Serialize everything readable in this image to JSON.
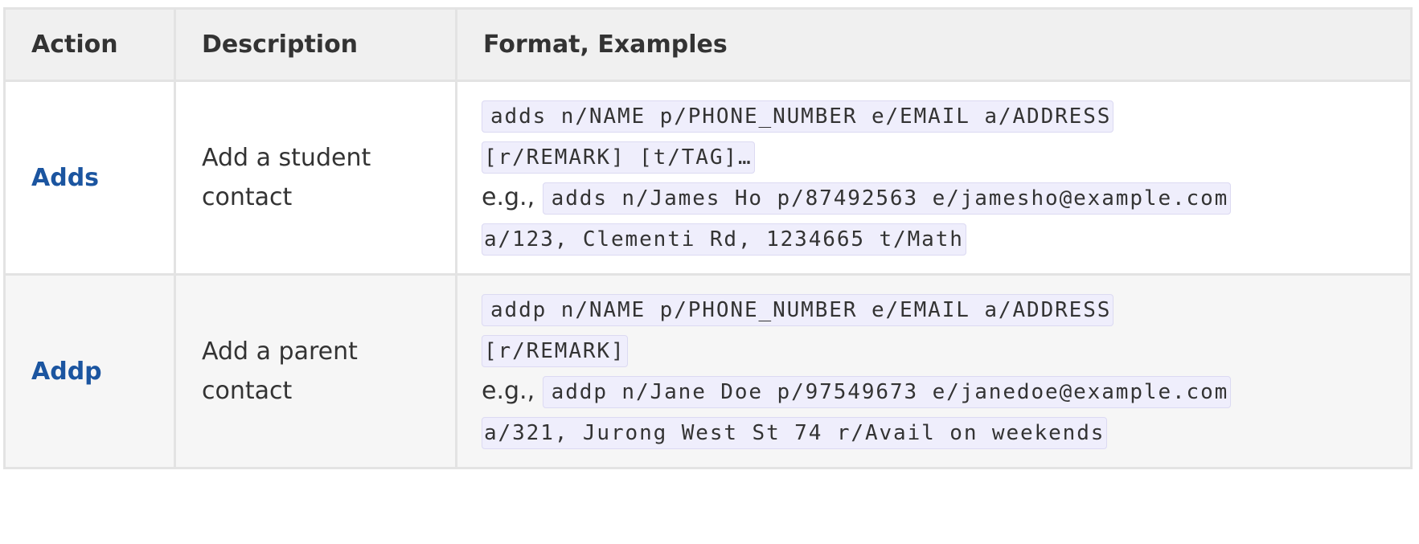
{
  "table": {
    "headers": {
      "action": "Action",
      "description": "Description",
      "format": "Format, Examples"
    },
    "rows": [
      {
        "action": "Adds",
        "description_line1": "Add a student",
        "description_line2": "contact",
        "format_line1": "adds n/NAME p/PHONE_NUMBER e/EMAIL a/ADDRESS",
        "format_line2": "[r/REMARK] [t/TAG]…",
        "example_prefix": "e.g.,",
        "example_line1": "adds n/James Ho p/87492563 e/jamesho@example.com",
        "example_line2": "a/123, Clementi Rd, 1234665 t/Math"
      },
      {
        "action": "Addp",
        "description_line1": "Add a parent",
        "description_line2": "contact",
        "format_line1": "addp n/NAME p/PHONE_NUMBER e/EMAIL a/ADDRESS",
        "format_line2": "[r/REMARK]",
        "example_prefix": "e.g.,",
        "example_line1": "addp n/Jane Doe p/97549673 e/janedoe@example.com",
        "example_line2": "a/321, Jurong West St 74 r/Avail on weekends"
      }
    ]
  },
  "colors": {
    "action_link": "#1b55a0",
    "header_bg": "#f0f0f0",
    "code_bg": "#efeefc",
    "border": "#e3e3e3"
  }
}
